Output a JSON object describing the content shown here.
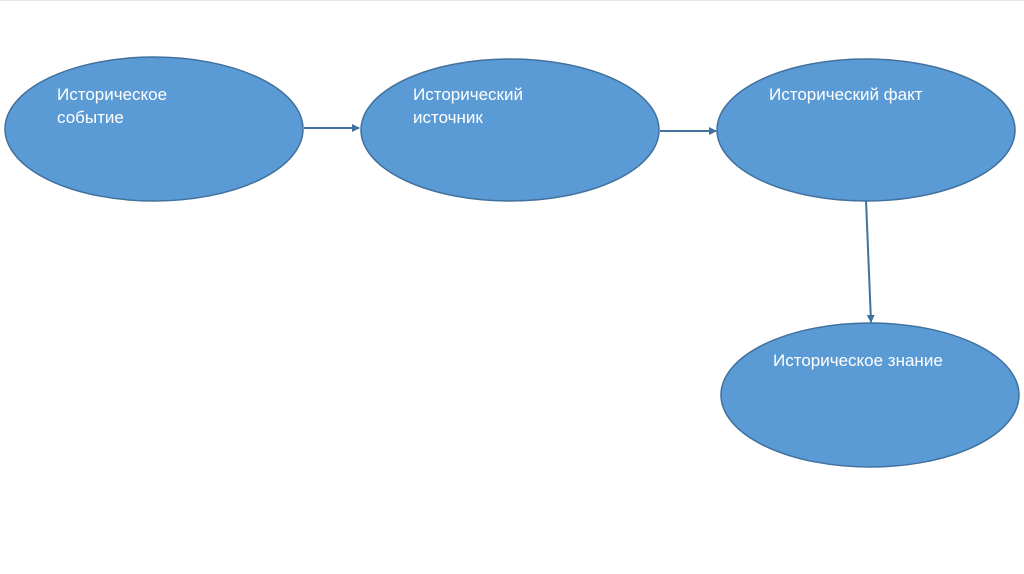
{
  "diagram": {
    "nodes": [
      {
        "id": "event",
        "label": "Историческое событие"
      },
      {
        "id": "source",
        "label": "Исторический источник"
      },
      {
        "id": "fact",
        "label": "Исторический факт"
      },
      {
        "id": "knowledge",
        "label": "Историческое знание"
      }
    ],
    "edges": [
      {
        "from": "event",
        "to": "source"
      },
      {
        "from": "source",
        "to": "fact"
      },
      {
        "from": "fact",
        "to": "knowledge"
      }
    ],
    "colors": {
      "node_fill": "#5b9bd5",
      "node_stroke": "#41719c",
      "arrow": "#41719c",
      "text": "#ffffff"
    }
  }
}
